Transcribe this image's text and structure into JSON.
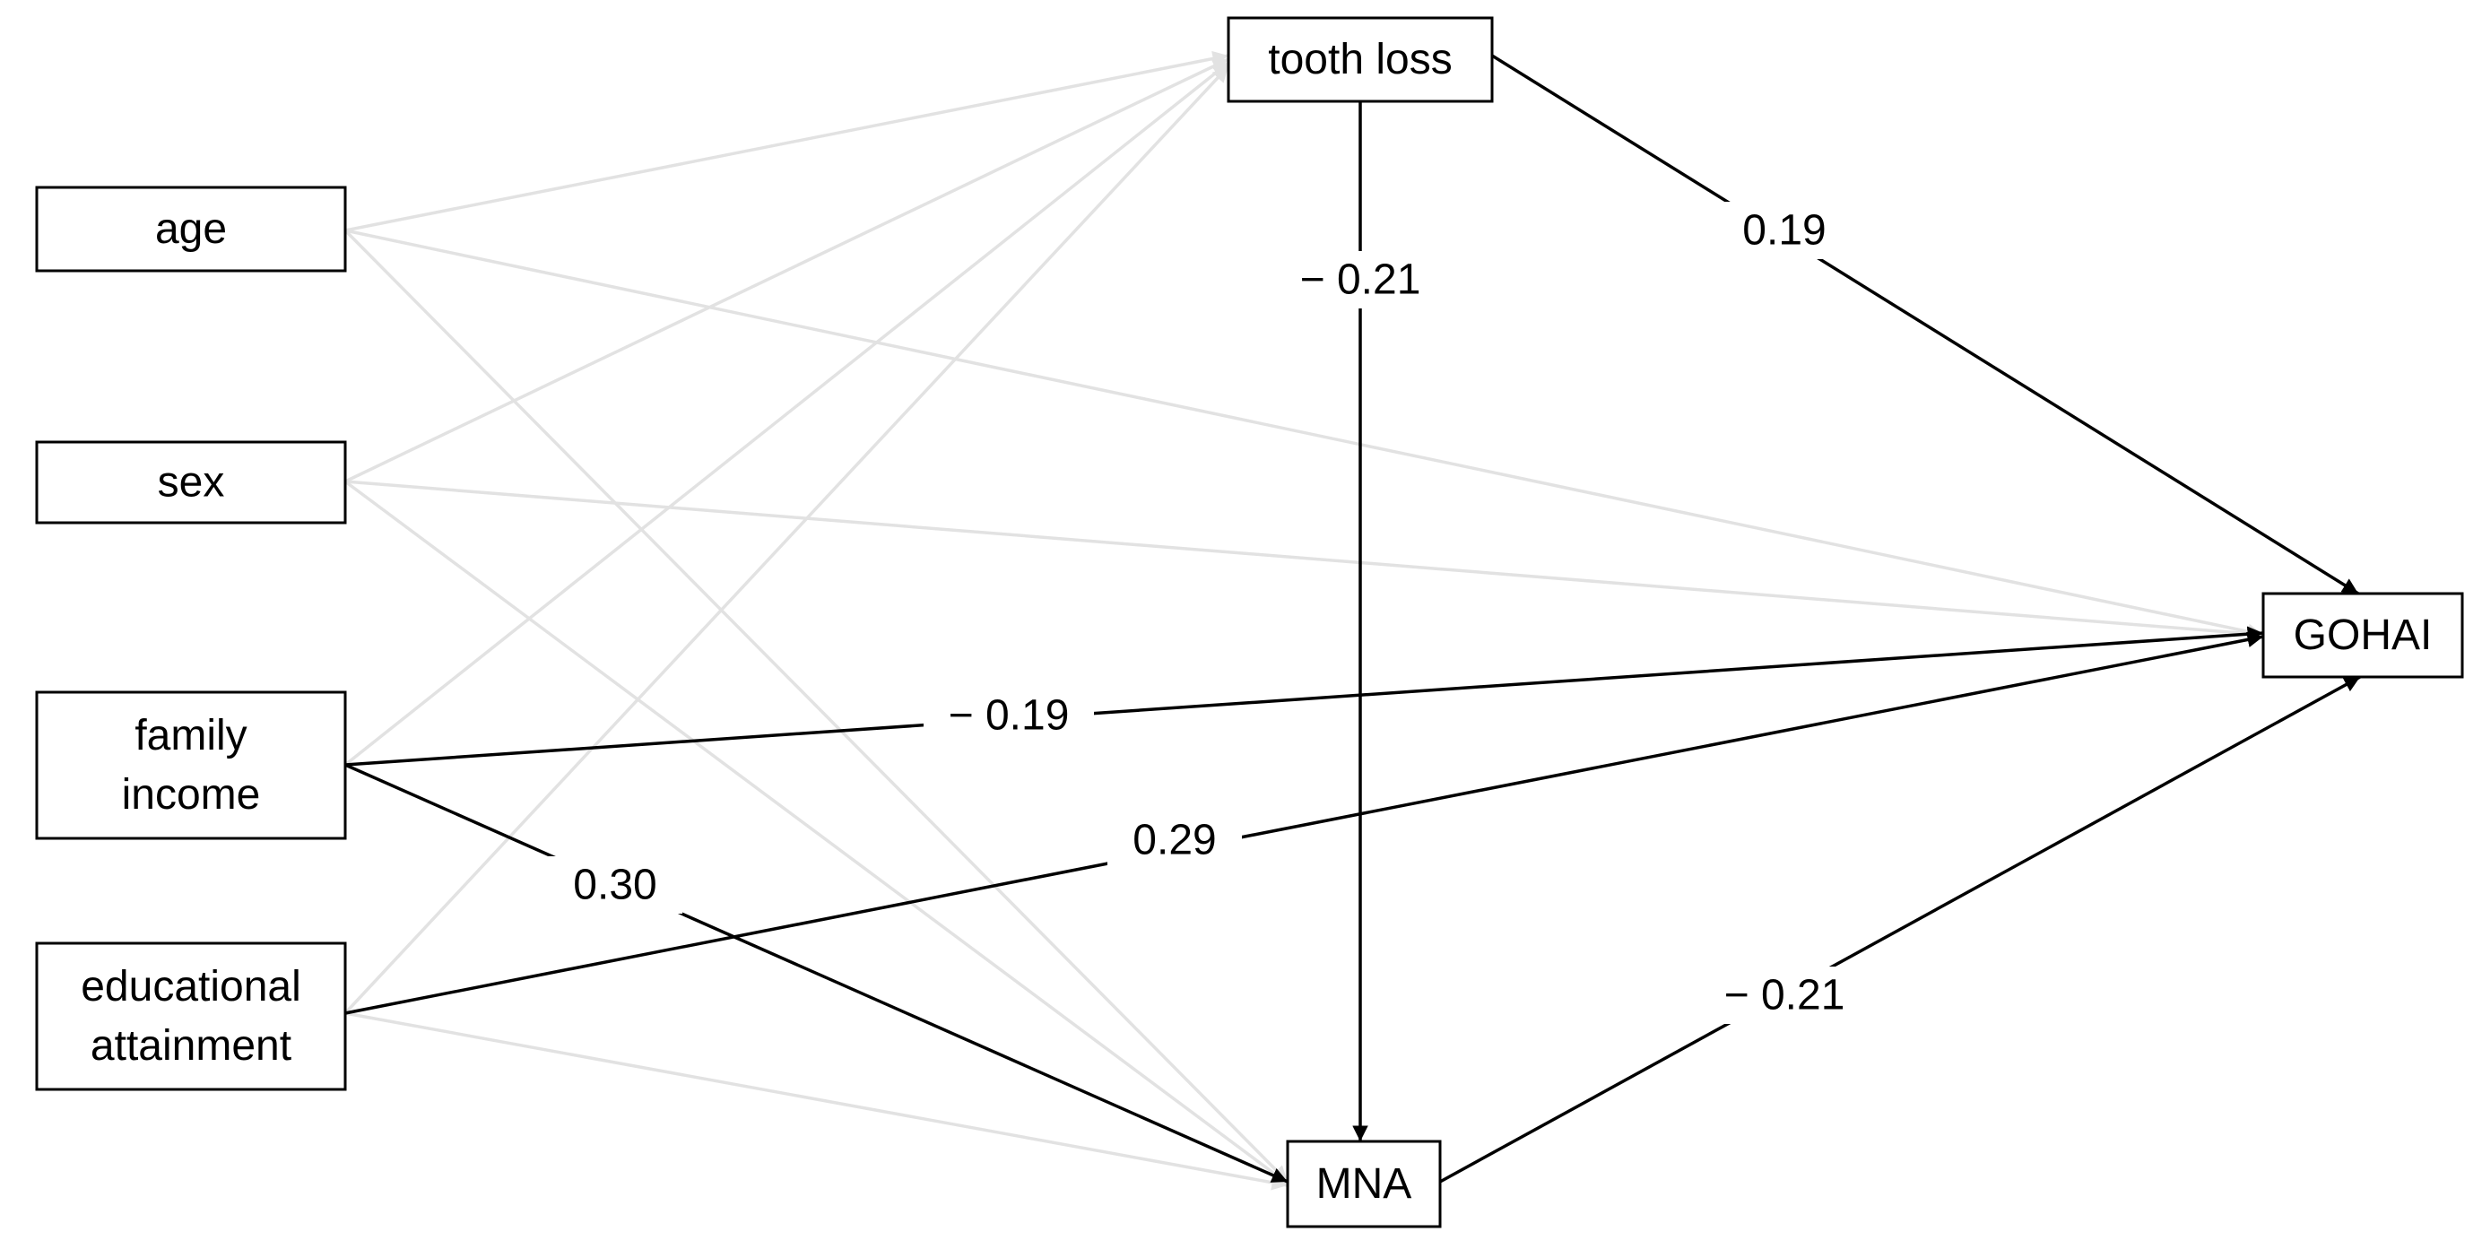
{
  "nodes": {
    "age": {
      "lines": [
        "age"
      ]
    },
    "sex": {
      "lines": [
        "sex"
      ]
    },
    "family_income": {
      "lines": [
        "family",
        "income"
      ]
    },
    "educational_attainment": {
      "lines": [
        "educational",
        "attainment"
      ]
    },
    "tooth_loss": {
      "lines": [
        "tooth loss"
      ]
    },
    "mna": {
      "lines": [
        "MNA"
      ]
    },
    "gohai": {
      "lines": [
        "GOHAI"
      ]
    }
  },
  "significant_paths": [
    {
      "from": "tooth_loss",
      "to": "gohai",
      "label": "0.19"
    },
    {
      "from": "tooth_loss",
      "to": "mna",
      "label": "− 0.21"
    },
    {
      "from": "family_income",
      "to": "gohai",
      "label": "− 0.19"
    },
    {
      "from": "family_income",
      "to": "mna",
      "label": "0.30"
    },
    {
      "from": "educational_attainment",
      "to": "gohai",
      "label": "0.29"
    },
    {
      "from": "mna",
      "to": "gohai",
      "label": "− 0.21"
    }
  ],
  "nonsignificant_paths": [
    {
      "from": "age",
      "to": "tooth_loss"
    },
    {
      "from": "age",
      "to": "gohai"
    },
    {
      "from": "age",
      "to": "mna"
    },
    {
      "from": "sex",
      "to": "tooth_loss"
    },
    {
      "from": "sex",
      "to": "gohai"
    },
    {
      "from": "sex",
      "to": "mna"
    },
    {
      "from": "family_income",
      "to": "tooth_loss"
    },
    {
      "from": "educational_attainment",
      "to": "tooth_loss"
    },
    {
      "from": "educational_attainment",
      "to": "mna"
    }
  ],
  "colors": {
    "significant": "#000000",
    "nonsignificant": "#e2e2e2",
    "box_border": "#000000",
    "background": "#ffffff"
  }
}
